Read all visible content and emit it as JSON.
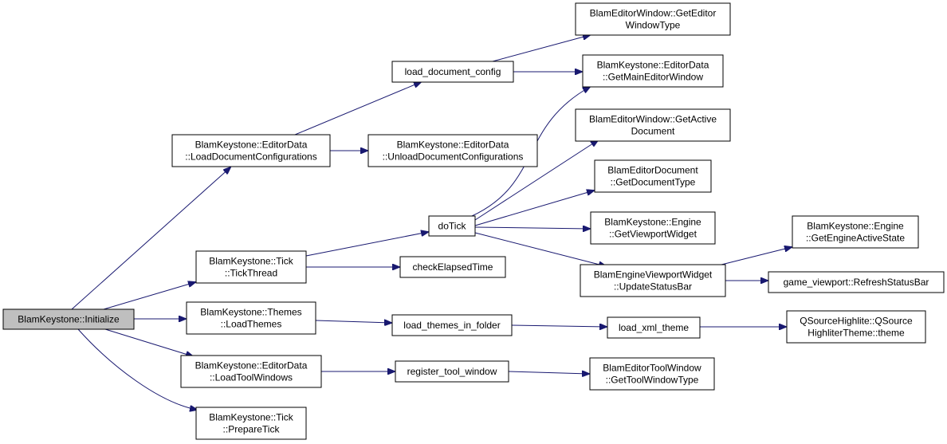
{
  "diagram": {
    "type": "call-graph",
    "colors": {
      "edge": "#191970",
      "root_fill": "#bfbfbf",
      "node_fill": "#ffffff",
      "node_border": "#000000"
    },
    "nodes": [
      {
        "id": "initialize",
        "lines": [
          "BlamKeystone::Initialize"
        ],
        "root": true
      },
      {
        "id": "load_doc_configs",
        "lines": [
          "BlamKeystone::EditorData",
          "::LoadDocumentConfigurations"
        ]
      },
      {
        "id": "tick_thread",
        "lines": [
          "BlamKeystone::Tick",
          "::TickThread"
        ]
      },
      {
        "id": "load_themes",
        "lines": [
          "BlamKeystone::Themes",
          "::LoadThemes"
        ]
      },
      {
        "id": "load_tool_windows",
        "lines": [
          "BlamKeystone::EditorData",
          "::LoadToolWindows"
        ]
      },
      {
        "id": "prepare_tick",
        "lines": [
          "BlamKeystone::Tick",
          "::PrepareTick"
        ]
      },
      {
        "id": "load_document_config",
        "lines": [
          "load_document_config"
        ]
      },
      {
        "id": "unload_doc_configs",
        "lines": [
          "BlamKeystone::EditorData",
          "::UnloadDocumentConfigurations"
        ]
      },
      {
        "id": "do_tick",
        "lines": [
          "doTick"
        ]
      },
      {
        "id": "check_elapsed",
        "lines": [
          "checkElapsedTime"
        ]
      },
      {
        "id": "load_themes_in_folder",
        "lines": [
          "load_themes_in_folder"
        ]
      },
      {
        "id": "register_tool_window",
        "lines": [
          "register_tool_window"
        ]
      },
      {
        "id": "get_editor_window_type",
        "lines": [
          "BlamEditorWindow::GetEditor",
          "WindowType"
        ]
      },
      {
        "id": "get_main_editor_window",
        "lines": [
          "BlamKeystone::EditorData",
          "::GetMainEditorWindow"
        ]
      },
      {
        "id": "get_active_document",
        "lines": [
          "BlamEditorWindow::GetActive",
          "Document"
        ]
      },
      {
        "id": "get_document_type",
        "lines": [
          "BlamEditorDocument",
          "::GetDocumentType"
        ]
      },
      {
        "id": "get_viewport_widget",
        "lines": [
          "BlamKeystone::Engine",
          "::GetViewportWidget"
        ]
      },
      {
        "id": "update_status_bar",
        "lines": [
          "BlamEngineViewportWidget",
          "::UpdateStatusBar"
        ]
      },
      {
        "id": "load_xml_theme",
        "lines": [
          "load_xml_theme"
        ]
      },
      {
        "id": "get_tool_window_type",
        "lines": [
          "BlamEditorToolWindow",
          "::GetToolWindowType"
        ]
      },
      {
        "id": "get_engine_active_state",
        "lines": [
          "BlamKeystone::Engine",
          "::GetEngineActiveState"
        ]
      },
      {
        "id": "refresh_status_bar",
        "lines": [
          "game_viewport::RefreshStatusBar"
        ]
      },
      {
        "id": "qsource_theme",
        "lines": [
          "QSourceHighlite::QSource",
          "HighliterTheme::theme"
        ]
      }
    ],
    "edges": [
      [
        "initialize",
        "load_doc_configs"
      ],
      [
        "initialize",
        "tick_thread"
      ],
      [
        "initialize",
        "load_themes"
      ],
      [
        "initialize",
        "load_tool_windows"
      ],
      [
        "initialize",
        "prepare_tick"
      ],
      [
        "load_doc_configs",
        "load_document_config"
      ],
      [
        "load_doc_configs",
        "unload_doc_configs"
      ],
      [
        "load_document_config",
        "get_editor_window_type"
      ],
      [
        "load_document_config",
        "get_main_editor_window"
      ],
      [
        "tick_thread",
        "do_tick"
      ],
      [
        "tick_thread",
        "check_elapsed"
      ],
      [
        "do_tick",
        "get_main_editor_window"
      ],
      [
        "do_tick",
        "get_active_document"
      ],
      [
        "do_tick",
        "get_document_type"
      ],
      [
        "do_tick",
        "get_viewport_widget"
      ],
      [
        "do_tick",
        "update_status_bar"
      ],
      [
        "update_status_bar",
        "get_engine_active_state"
      ],
      [
        "update_status_bar",
        "refresh_status_bar"
      ],
      [
        "load_themes",
        "load_themes_in_folder"
      ],
      [
        "load_themes_in_folder",
        "load_xml_theme"
      ],
      [
        "load_xml_theme",
        "qsource_theme"
      ],
      [
        "load_tool_windows",
        "register_tool_window"
      ],
      [
        "register_tool_window",
        "get_tool_window_type"
      ]
    ]
  }
}
